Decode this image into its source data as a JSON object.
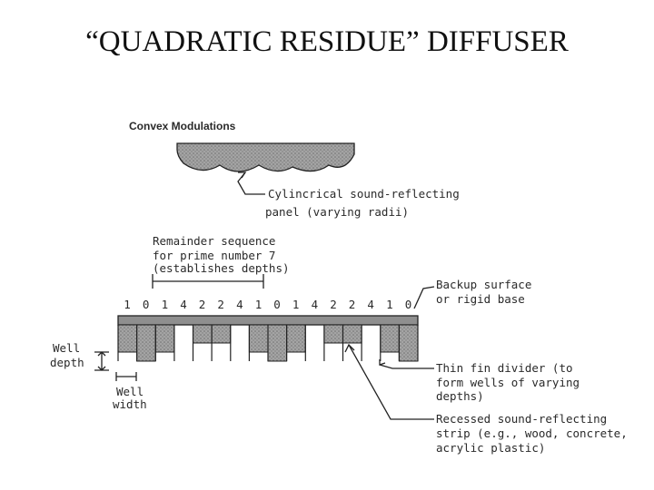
{
  "title": "“QUADRATIC RESIDUE” DIFFUSER",
  "convex_title": "Convex Modulations",
  "cylindrical_label": [
    "Cylincrical sound-reflecting",
    "panel (varying radii)"
  ],
  "remainder_label": [
    "Remainder sequence",
    "for prime number 7",
    "(establishes depths)"
  ],
  "sequence": [
    "1",
    "0",
    "1",
    "4",
    "2",
    "2",
    "4",
    "1",
    "0",
    "1",
    "4",
    "2",
    "2",
    "4",
    "1",
    "0"
  ],
  "backup_label": [
    "Backup surface",
    "or rigid base"
  ],
  "well_depth_label": [
    "Well",
    "depth"
  ],
  "well_width_label": [
    "Well",
    "width"
  ],
  "fin_label": [
    "Thin fin divider (to",
    "form wells of varying",
    "depths)"
  ],
  "recessed_label": [
    "Recessed sound-reflecting",
    "strip (e.g., wood, concrete,",
    "acrylic plastic)"
  ],
  "colors": {
    "fill": "#9a9a9a",
    "ink": "#222222"
  }
}
